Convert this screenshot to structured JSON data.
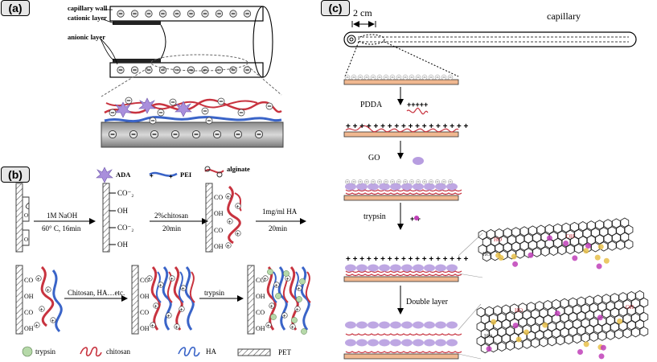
{
  "panels": {
    "a": {
      "label": "(a)",
      "layers": {
        "wall": "capillary wall",
        "cationic": "cationic layer",
        "anionic": "anionic layer"
      }
    },
    "b": {
      "label": "(b)",
      "legend_top": {
        "ada": "ADA",
        "pei": "PEI",
        "alginate": "alginate"
      },
      "surface_groups": {
        "co2": "CO⁻₂",
        "oh": "OH"
      },
      "steps": {
        "s1_line1": "1M NaOH",
        "s1_line2": "60° C, 16min",
        "s2_line1": "2%chitosan",
        "s2_line2": "20min",
        "s3_line1": "1mg/ml HA",
        "s3_line2": "20min",
        "s4": "Chitosan, HA…etc.",
        "s5": "trypsin"
      },
      "legend_bottom": {
        "trypsin": "trypsin",
        "chitosan": "chitosan",
        "ha": "HA",
        "pet": "PET"
      }
    },
    "c": {
      "label": "(c)",
      "scale": "2 cm",
      "capillary": "capillary",
      "steps": {
        "pdda": "PDDA",
        "go": "GO",
        "trypsin": "trypsin",
        "double": "Double layer"
      },
      "charge_plus": "+ + + + + + + + + + + + + + + + + +",
      "chem": {
        "ho": "HO",
        "oh": "OH"
      }
    }
  },
  "colors": {
    "cation_red": "#c8333f",
    "anion_blue": "#3a64c8",
    "substrate": "#f0b890",
    "go_purple": "#b79de0",
    "trypsin_green": "#b6d9a9"
  }
}
